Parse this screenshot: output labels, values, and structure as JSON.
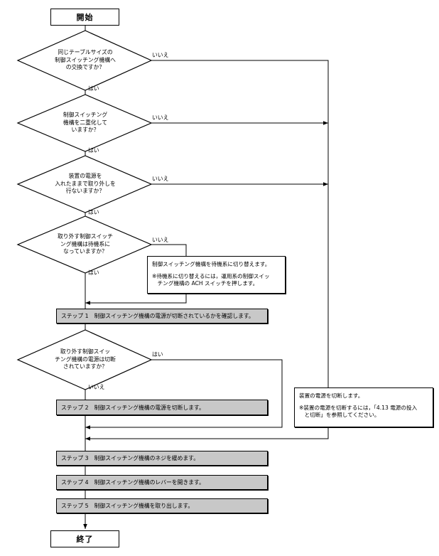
{
  "start": "開始",
  "end": "終了",
  "decisions": [
    {
      "text": "同じテーブルサイズの\n制御スイッチング機構へ\nの交換ですか？",
      "yes": "はい",
      "no": "いいえ"
    },
    {
      "text": "制御スイッチング\n機構を二重化して\nいますか？",
      "yes": "はい",
      "no": "いいえ"
    },
    {
      "text": "装置の電源を\n入れたままで取り外しを\n行ないますか？",
      "yes": "はい",
      "no": "いいえ"
    },
    {
      "text": "取り外す制御スイッチ\nング機構は待機系に\nなっていますか？",
      "yes": "はい",
      "no": "いいえ"
    },
    {
      "text": "取り外す制御スイッ\nチング機構の電源は切断\nされていますか？",
      "yes": "はい",
      "no": "いいえ"
    }
  ],
  "notes": {
    "standby": {
      "line1": "制御スイッチング機構を待機系に切り替えます。",
      "line2": "※待機系に切り替えるには，運用系の制御スイッ\n　チング機構の ACH スイッチを押します。"
    },
    "power": {
      "line1": "装置の電源を切断します。",
      "line2": "※装置の電源を切断するには，「4.13 電源の投入\n　と切断」を参照してください。"
    }
  },
  "steps": [
    {
      "num": "ステップ 1",
      "text": "制御スイッチング機構の電源が切断されているかを確認します。"
    },
    {
      "num": "ステップ 2",
      "text": "制御スイッチング機構の電源を切断します。"
    },
    {
      "num": "ステップ 3",
      "text": "制御スイッチング機構のネジを緩めます。"
    },
    {
      "num": "ステップ 4",
      "text": "制御スイッチング機構のレバーを開きます。"
    },
    {
      "num": "ステップ 5",
      "text": "制御スイッチング機構を取り出します。"
    }
  ]
}
